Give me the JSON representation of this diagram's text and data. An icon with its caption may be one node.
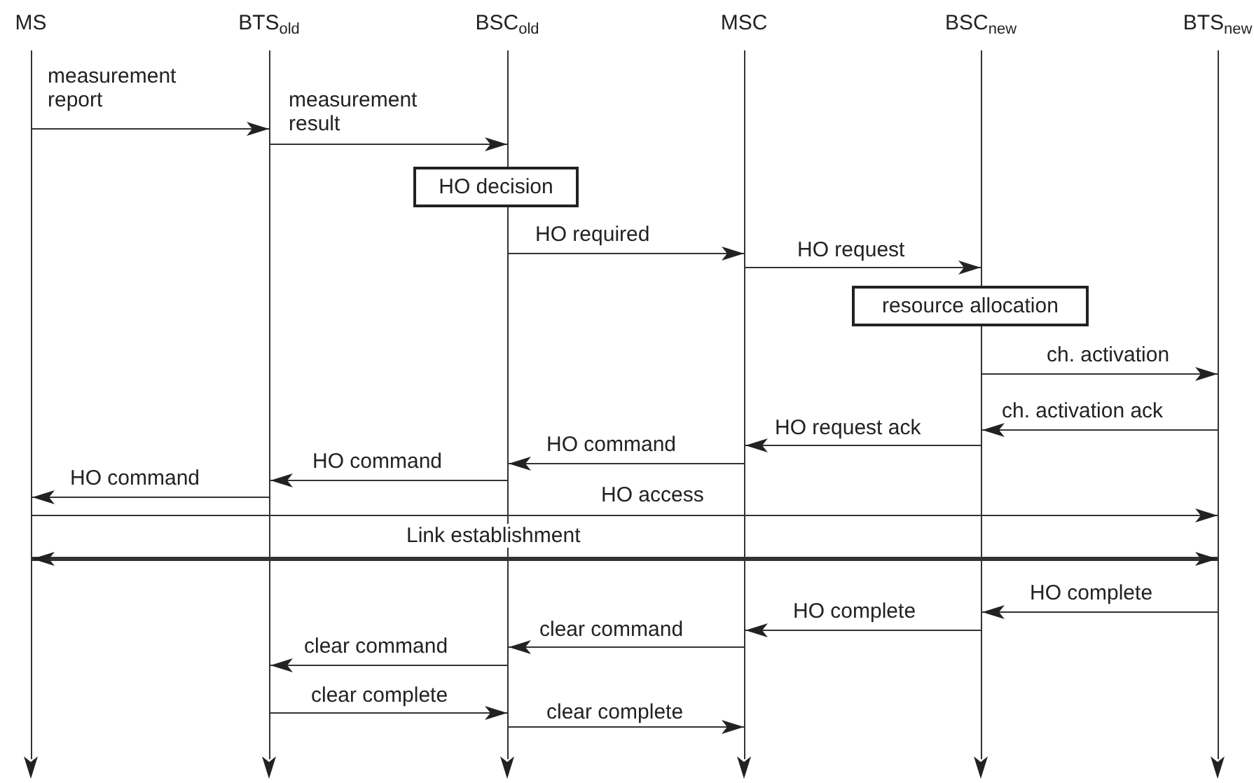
{
  "diagram": {
    "nodes": [
      {
        "text": [],
        "shape": "bar",
        "beside": [
          "MS"
        ]
      },
      {
        "text": [],
        "shape": "bar",
        "beside": [
          "BTS$_{old}$"
        ]
      },
      {
        "text": [],
        "shape": "bar",
        "beside": [
          "BSC$_{old}$"
        ]
      },
      {
        "text": [],
        "shape": "bar",
        "beside": [
          "MSC"
        ]
      },
      {
        "text": [],
        "shape": "bar",
        "beside": [
          "BSC$_{new}$"
        ]
      },
      {
        "text": [],
        "shape": "bar",
        "beside": [
          "BTS$_{new}$"
        ]
      },
      {
        "text": [
          "HO decision"
        ]
      },
      {
        "text": [
          "resource allocation"
        ]
      }
    ],
    "edges": [
      {
        "from": 0,
        "to": 1,
        "arrow": "to",
        "label": "measurement report"
      },
      {
        "from": 1,
        "to": 2,
        "arrow": "to",
        "label": "measurement result"
      },
      {
        "from": 2,
        "to": 3,
        "arrow": "to",
        "label": "HO required"
      },
      {
        "from": 3,
        "to": 4,
        "arrow": "to",
        "label": "HO request"
      },
      {
        "from": 4,
        "to": 5,
        "arrow": "to",
        "label": "ch. activation"
      },
      {
        "from": 5,
        "to": 4,
        "arrow": "to",
        "label": "ch. activation ack"
      },
      {
        "from": 4,
        "to": 3,
        "arrow": "to",
        "label": "HO request ack"
      },
      {
        "from": 3,
        "to": 2,
        "arrow": "to",
        "label": "HO command"
      },
      {
        "from": 2,
        "to": 1,
        "arrow": "to",
        "label": "HO command"
      },
      {
        "from": 1,
        "to": 0,
        "arrow": "to",
        "label": "HO command"
      },
      {
        "from": 0,
        "to": 5,
        "arrow": "to",
        "label": "HO access"
      },
      {
        "from": 0,
        "to": 5,
        "arrow": "both",
        "label": "Link establishment",
        "style": "thick"
      },
      {
        "from": 5,
        "to": 4,
        "arrow": "to",
        "label": "HO complete"
      },
      {
        "from": 4,
        "to": 3,
        "arrow": "to",
        "label": "HO complete"
      },
      {
        "from": 3,
        "to": 2,
        "arrow": "to",
        "label": "clear command"
      },
      {
        "from": 2,
        "to": 1,
        "arrow": "to",
        "label": "clear command"
      },
      {
        "from": 1,
        "to": 2,
        "arrow": "to",
        "label": "clear complete"
      },
      {
        "from": 2,
        "to": 3,
        "arrow": "to",
        "label": "clear complete"
      }
    ]
  }
}
